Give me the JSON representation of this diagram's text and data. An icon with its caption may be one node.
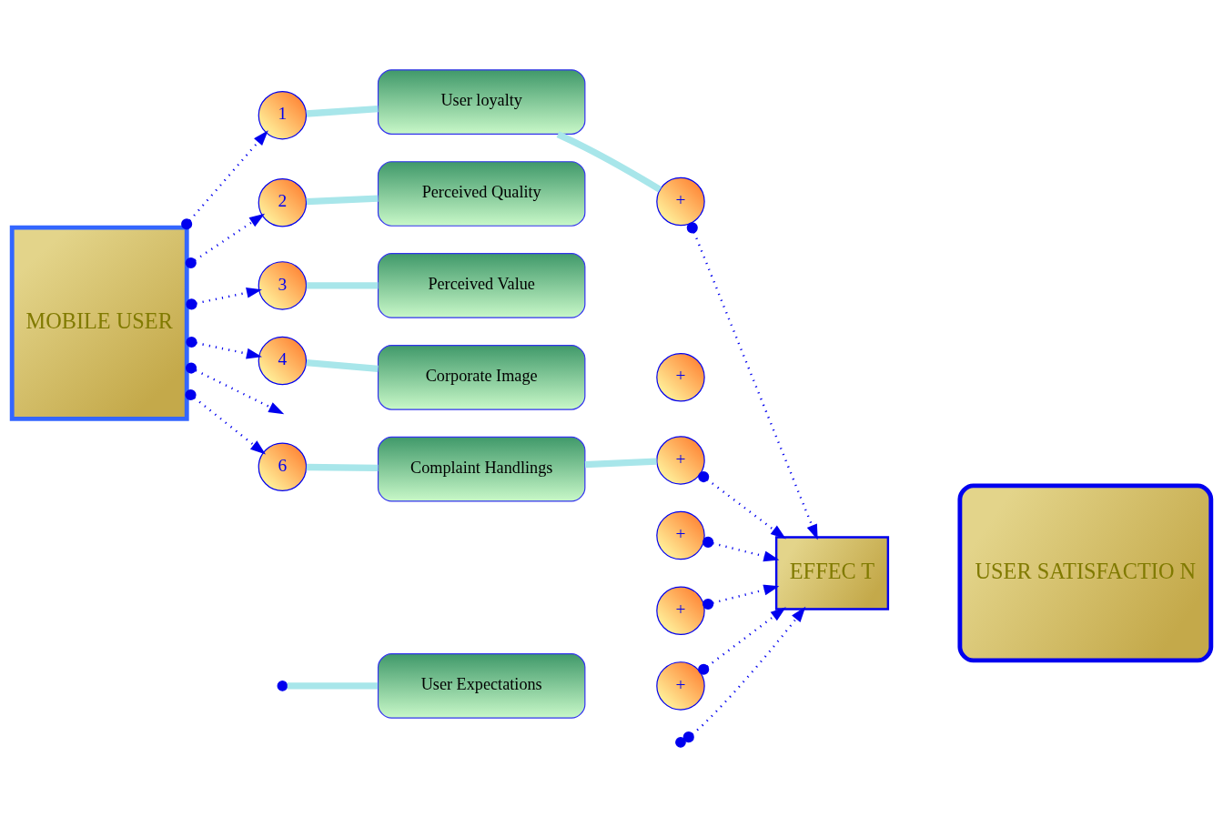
{
  "diagram": {
    "nodes": [
      {
        "text": [
          "MOBILE USER"
        ]
      },
      {
        "text": [
          "1"
        ]
      },
      {
        "text": [
          "User loyalty"
        ]
      },
      {
        "text": [
          "+"
        ]
      },
      {
        "text": [
          "2"
        ]
      },
      {
        "text": [
          "Perceived Quality"
        ]
      },
      {
        "text": [
          "+"
        ]
      },
      {
        "text": [
          "3"
        ]
      },
      {
        "text": [
          "Perceived Value"
        ]
      },
      {
        "text": [
          "+"
        ]
      },
      {
        "text": [
          "4"
        ]
      },
      {
        "text": [
          "Corporate Image"
        ]
      },
      {
        "text": [
          "+"
        ]
      },
      {
        "text": [
          "User Expectations"
        ]
      },
      {
        "text": [
          "+"
        ]
      },
      {
        "text": [
          "6"
        ]
      },
      {
        "text": [
          "Complaint Handlings"
        ]
      },
      {
        "text": [
          "+"
        ]
      },
      {
        "text": [
          "EFFEC T"
        ]
      },
      {
        "text": [
          "USER SATISFACTIO N"
        ]
      }
    ],
    "edges": [
      {
        "from": 0,
        "to": 1,
        "arrow": "to",
        "style": "dashed"
      },
      {
        "from": 0,
        "to": 4,
        "arrow": "to",
        "style": "dashed"
      },
      {
        "from": 0,
        "to": 7,
        "arrow": "to",
        "style": "dashed"
      },
      {
        "from": 0,
        "to": 10,
        "arrow": "to",
        "style": "dashed"
      },
      {
        "from": 0,
        "to": null,
        "arrow": "to",
        "style": "dashed"
      },
      {
        "from": 0,
        "to": 15,
        "arrow": "to",
        "style": "dashed"
      },
      {
        "from": 1,
        "to": 2,
        "arrow": "none",
        "style": "thick",
        "color": "#a8e6ea"
      },
      {
        "from": 2,
        "to": 3,
        "arrow": "none",
        "style": "thick",
        "color": "#a8e6ea"
      },
      {
        "from": 4,
        "to": 5,
        "arrow": "none",
        "style": "thick",
        "color": "#a8e6ea"
      },
      {
        "from": 7,
        "to": 8,
        "arrow": "none",
        "style": "thick",
        "color": "#a8e6ea"
      },
      {
        "from": 10,
        "to": 11,
        "arrow": "none",
        "style": "thick",
        "color": "#a8e6ea"
      },
      {
        "from": null,
        "to": 13,
        "arrow": "none",
        "style": "thick",
        "color": "#a8e6ea"
      },
      {
        "from": 15,
        "to": 16,
        "arrow": "none",
        "style": "thick",
        "color": "#a8e6ea"
      },
      {
        "from": 16,
        "to": 17,
        "arrow": "none",
        "style": "thick",
        "color": "#a8e6ea"
      },
      {
        "from": 3,
        "to": 18,
        "arrow": "to",
        "style": "dashed"
      },
      {
        "from": 6,
        "to": 18,
        "arrow": "to",
        "style": "dashed"
      },
      {
        "from": 9,
        "to": 18,
        "arrow": "to",
        "style": "dashed"
      },
      {
        "from": null,
        "to": 18,
        "arrow": "to",
        "style": "dashed"
      },
      {
        "from": 14,
        "to": 18,
        "arrow": "to",
        "style": "dashed"
      },
      {
        "from": 17,
        "to": 18,
        "arrow": "to",
        "style": "dashed"
      }
    ]
  }
}
